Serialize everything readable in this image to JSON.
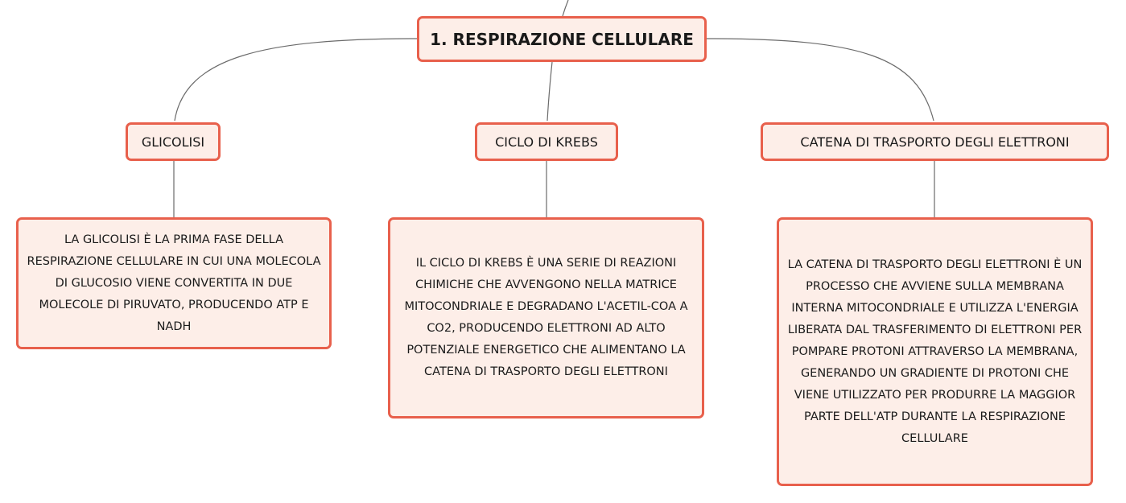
{
  "root": {
    "label": "1. RESPIRAZIONE CELLULARE"
  },
  "topics": [
    {
      "label": "GLICOLISI",
      "description": "LA GLICOLISI È LA PRIMA FASE DELLA RESPIRAZIONE CELLULARE IN CUI UNA MOLECOLA DI GLUCOSIO VIENE CONVERTITA IN DUE MOLECOLE DI PIRUVATO, PRODUCENDO ATP E NADH"
    },
    {
      "label": "CICLO DI KREBS",
      "description": "IL CICLO DI KREBS È UNA SERIE DI REAZIONI CHIMICHE CHE AVVENGONO NELLA MATRICE MITOCONDRIALE E DEGRADANO L'ACETIL-COA A CO2, PRODUCENDO ELETTRONI AD ALTO POTENZIALE ENERGETICO CHE ALIMENTANO LA CATENA DI TRASPORTO DEGLI ELETTRONI"
    },
    {
      "label": "CATENA DI TRASPORTO DEGLI ELETTRONI",
      "description": "LA CATENA DI TRASPORTO DEGLI ELETTRONI È UN PROCESSO CHE AVVIENE SULLA MEMBRANA INTERNA MITOCONDRIALE E UTILIZZA L'ENERGIA LIBERATA DAL TRASFERIMENTO DI ELETTRONI PER POMPARE PROTONI ATTRAVERSO LA MEMBRANA, GENERANDO UN GRADIENTE DI PROTONI CHE VIENE UTILIZZATO PER PRODURRE LA MAGGIOR PARTE DELL'ATP DURANTE LA RESPIRAZIONE CELLULARE"
    }
  ],
  "colors": {
    "node_fill": "#fdeee8",
    "node_border": "#e8604c",
    "connector": "#6b6b6b"
  }
}
